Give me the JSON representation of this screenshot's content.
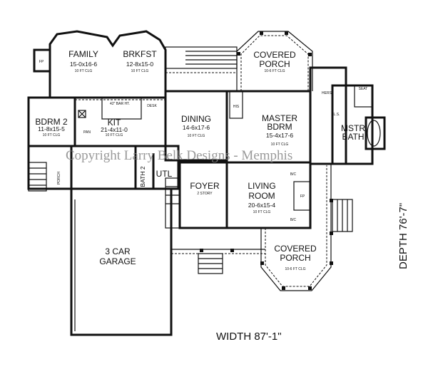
{
  "rooms": {
    "family": {
      "name": "FAMILY",
      "dim": "15-0x16-6",
      "clg": "10 FT CLG"
    },
    "brkfst": {
      "name": "BRKFST",
      "dim": "12-8x15-0",
      "clg": "10 FT CLG"
    },
    "kit": {
      "name": "KIT",
      "dim": "21-4x11-0",
      "clg": "10 FT CLG",
      "bar": "42\" BAR HT.",
      "desk": "DESK",
      "pan": "PAN"
    },
    "bdrm2": {
      "name": "BDRM 2",
      "dim": "11-8x15-5",
      "clg": "10 FT CLG"
    },
    "dining": {
      "name": "DINING",
      "dim": "14-6x17-6",
      "clg": "10 FT CLG"
    },
    "master": {
      "name": "MASTER",
      "name2": "BDRM",
      "dim": "15-4x17-6",
      "clg": "10 FT CLG",
      "his": "HIS",
      "hers": "HERS"
    },
    "mstr_bath": {
      "name": "MSTR",
      "name2": "BATH",
      "seat": "SEAT",
      "ls": "L.S."
    },
    "porch_top": {
      "name": "COVERED",
      "name2": "PORCH",
      "clg": "10-6 FT CLG"
    },
    "porch_bottom": {
      "name": "COVERED",
      "name2": "PORCH",
      "clg": "10-6 FT CLG"
    },
    "foyer": {
      "name": "FOYER",
      "note": "2 STORY"
    },
    "living": {
      "name": "LIVING",
      "name2": "ROOM",
      "dim": "20-6x15-4",
      "clg": "10 FT CLG",
      "bc": "B/C"
    },
    "garage": {
      "name": "3 CAR",
      "name2": "GARAGE"
    },
    "bath2": {
      "name": "BATH 2"
    },
    "utl": {
      "name": "UTL"
    },
    "porch_side": {
      "name": "PORCH"
    },
    "fp": "FP"
  },
  "dimensions": {
    "width": "WIDTH 87'-1\"",
    "depth": "DEPTH 76'-7\""
  },
  "watermark": "Copyright Larry Belk Designs - Memphis"
}
